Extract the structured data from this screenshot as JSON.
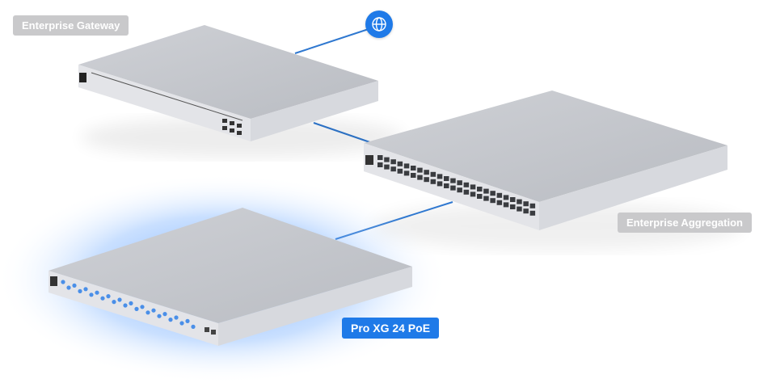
{
  "devices": {
    "gateway": {
      "label": "Enterprise Gateway"
    },
    "aggregation": {
      "label": "Enterprise Aggregation"
    },
    "switch": {
      "label": "Pro XG 24 PoE",
      "highlighted": true
    }
  },
  "internet": {
    "icon": "globe-icon"
  },
  "colors": {
    "accent": "#1f7ae8",
    "label_gray": "#c9c9cb",
    "link": "#2f78d0",
    "chassis": "#c4c6cb"
  }
}
